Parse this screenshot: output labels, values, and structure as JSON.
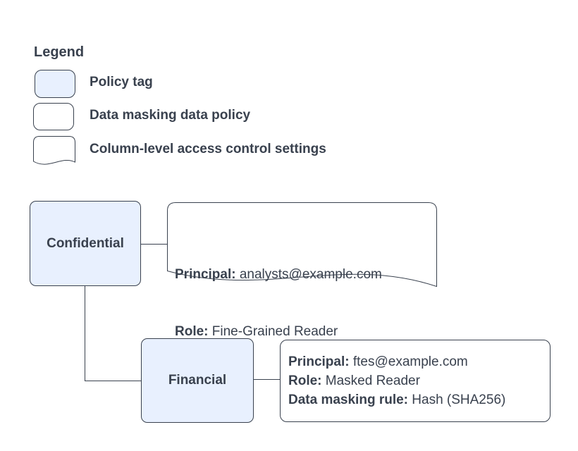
{
  "colors": {
    "policy_tag_fill": "#e8f0fe",
    "stroke": "#39414e",
    "text": "#39414e",
    "background": "#ffffff"
  },
  "legend": {
    "title": "Legend",
    "items": [
      {
        "shape": "policy-tag",
        "label": "Policy tag"
      },
      {
        "shape": "data-masking-data-policy",
        "label": "Data masking data policy"
      },
      {
        "shape": "column-level-access-control-settings",
        "label": "Column-level access control settings"
      }
    ]
  },
  "diagram": {
    "policy_tags": [
      {
        "label": "Confidential"
      },
      {
        "label": "Financial"
      }
    ],
    "confidential_settings": {
      "lines": [
        {
          "label": "Principal:",
          "value": " analysts@example.com"
        },
        {
          "label": "Role:",
          "value": " Fine-Grained Reader"
        }
      ]
    },
    "financial_policy": {
      "lines": [
        {
          "label": "Principal:",
          "value": " ftes@example.com"
        },
        {
          "label": "Role:",
          "value": " Masked Reader"
        },
        {
          "label": "Data masking rule:",
          "value": " Hash (SHA256)"
        }
      ]
    }
  }
}
